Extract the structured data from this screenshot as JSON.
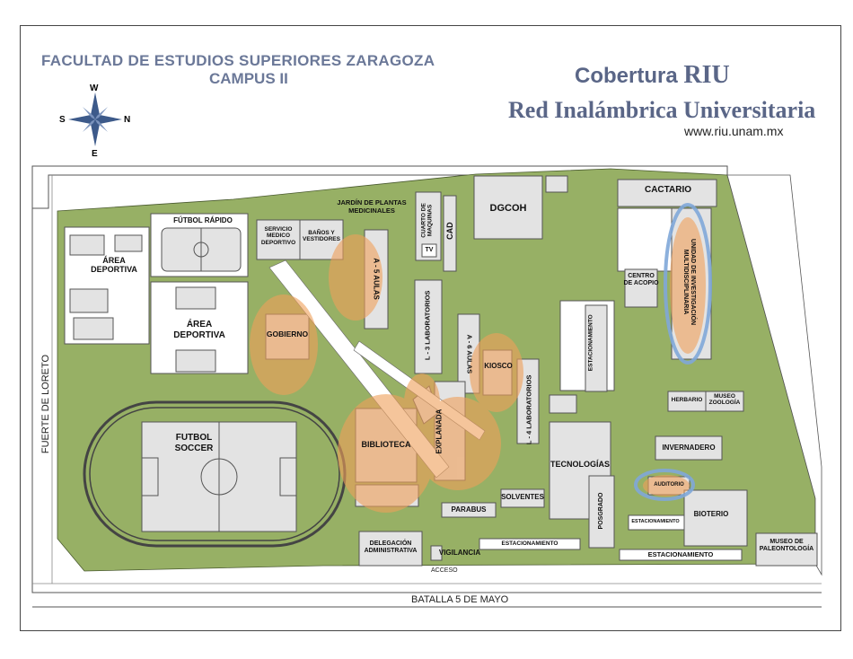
{
  "header": {
    "title_line1": "FACULTAD DE ESTUDIOS SUPERIORES ZARAGOZA",
    "title_line2": "CAMPUS II",
    "riu_prefix": "Cobertura ",
    "riu_abbr": "RIU",
    "riu_full": "Red Inalámbrica Universitaria",
    "url": "www.riu.unam.mx"
  },
  "compass": {
    "n": "N",
    "s": "S",
    "e": "E",
    "w": "W"
  },
  "streets": {
    "south": "BATALLA 5 DE MAYO",
    "west": "FUERTE DE LORETO",
    "access": "ACCESO"
  },
  "buildings": {
    "area_deportiva_1": "ÁREA DEPORTIVA",
    "futbol_rapido": "FÚTBOL RÁPIDO",
    "area_deportiva_2": "ÁREA DEPORTIVA",
    "servicio_medico": "SERVICIO MEDICO DEPORTIVO",
    "banos": "BAÑOS Y VESTIDORES",
    "jardin": "JARDÍN DE PLANTAS MEDICINALES",
    "cuarto_maquinas": "CUARTO DE MAQUINAS",
    "tv": "TV",
    "cad": "CAD",
    "dgcoh": "DGCOH",
    "cactario": "CACTARIO",
    "a5": "A - 5 AULAS",
    "gobierno": "GOBIERNO",
    "l3": "L - 3 LABORATORIOS",
    "a6": "A - 6 AULAS",
    "kiosco": "KIOSCO",
    "l4": "L - 4 LABORATORIOS",
    "centro_acopio": "CENTRO DE ACOPIO",
    "unidad_inv": "UNIDAD DE INVESTIGACIÓN MULTIDISCIPLINARIA",
    "estacionamiento_v": "ESTACIONAMIENTO",
    "herbario": "HERBARIO",
    "museo_zoologia": "MUSEO ZOOLOGÍA",
    "invernadero": "INVERNADERO",
    "auditorio": "AUDITORIO",
    "bioterio": "BIOTERIO",
    "estac_bioterio": "ESTACIONAMIENTO",
    "museo_paleo": "MUSEO DE PALEONTOLOGÍA",
    "explanada": "EXPLANADA",
    "biblioteca": "BIBLIOTECA",
    "futbol_soccer": "FUTBOL SOCCER",
    "tecnologias": "TECNOLOGÍAS",
    "solventes": "SOLVENTES",
    "parabus": "PARABUS",
    "posgrado": "POSGRADO",
    "delegacion": "DELEGACIÓN ADMINISTRATIVA",
    "vigilancia": "VIGILANCIA",
    "estac_1": "ESTACIONAMIENTO",
    "estac_2": "ESTACIONAMIENTO"
  },
  "colors": {
    "grass": "#97b065",
    "building": "#e3e3e3",
    "coverage_orange": "#f0a05a",
    "coverage_blue": "#7fa7d8",
    "title": "#6b7898"
  }
}
